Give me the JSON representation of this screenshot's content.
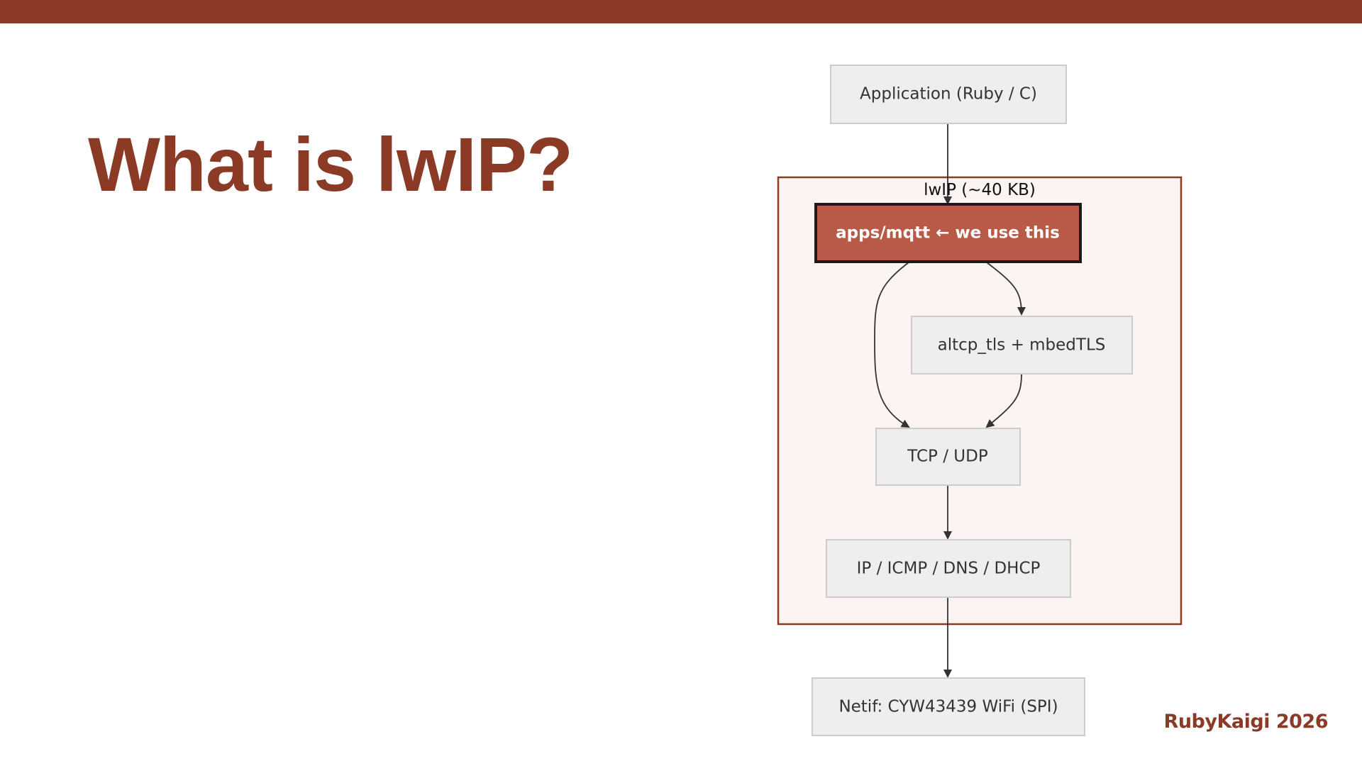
{
  "slide": {
    "title": "What is lwIP?",
    "footer": "RubyKaigi 2026"
  },
  "colors": {
    "brand": "#8b3a26",
    "accent_node": "#b85a47",
    "node_fill": "#eeeeee",
    "node_stroke": "#cccccc",
    "cluster_fill": "#fcf4f2"
  },
  "diagram": {
    "cluster_label": "lwIP (~40 KB)",
    "nodes": {
      "application": "Application (Ruby / C)",
      "mqtt": "apps/mqtt ← we use this",
      "tls": "altcp_tls + mbedTLS",
      "tcp_udp": "TCP / UDP",
      "ip": "IP / ICMP / DNS / DHCP",
      "netif": "Netif: CYW43439 WiFi (SPI)"
    }
  }
}
